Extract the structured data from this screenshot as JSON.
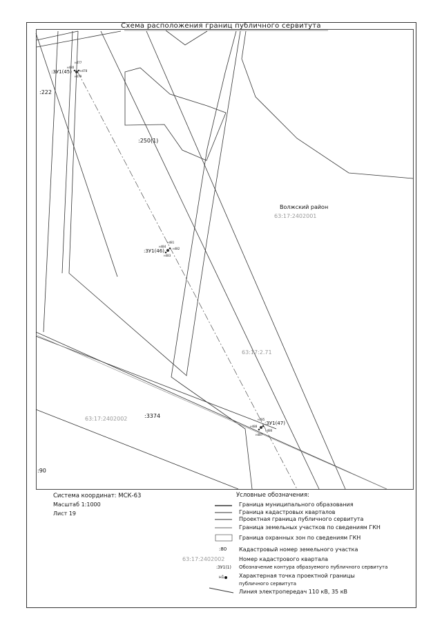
{
  "title": "Схема расположения границ публичного сервитута",
  "map_labels": {
    "parcel_222": ":222",
    "parcel_250": ":250(1)",
    "parcel_3374": ":3374",
    "parcel_90": ":90",
    "district": "Волжский район",
    "quarter_north": "63:17:2402001",
    "quarter_south": "63:17:2402002",
    "parcel_2_71": "63:17:2.71",
    "zu_45": ":ЗУ1(45)",
    "zu_46": ":ЗУ1(46)",
    "zu_47": ":ЗУ1(47)",
    "pt_477": "н477",
    "pt_478": "н478",
    "pt_479": "н479",
    "pt_480": "н480",
    "pt_481": "н481",
    "pt_482": "н482",
    "pt_483": "н483",
    "pt_484": "н484",
    "pt_485": "н485",
    "pt_486": "н486",
    "pt_487": "н487",
    "pt_488": "н488"
  },
  "info": {
    "coord_system": "Система координат: МСК-63",
    "scale": "Масштаб 1:1000",
    "sheet": "Лист 19"
  },
  "legend": {
    "title": "Условные обозначения:",
    "items": [
      "Граница муниципального образования",
      "Граница кадастровых кварталов",
      "Проектная граница публичного сервитута",
      "Граница земельных участков по сведениям ГКН",
      "Граница охранных зон по сведениям ГКН",
      "Кадастровый номер земельного участка",
      "Номер кадастрового квартала",
      "Обозначение контура образуемого публичного сервитута",
      "Характерная точка проектной границы",
      "публичного сервитута",
      "Линия электропередач 110 кВ, 35 кВ"
    ],
    "sample_parcel": ":80",
    "sample_quarter": "63:17:2402002",
    "sample_zu": ":ЗУ1(1)",
    "sample_point": "н1"
  },
  "colors": {
    "line": "#333333",
    "gray_label": "#999999"
  }
}
